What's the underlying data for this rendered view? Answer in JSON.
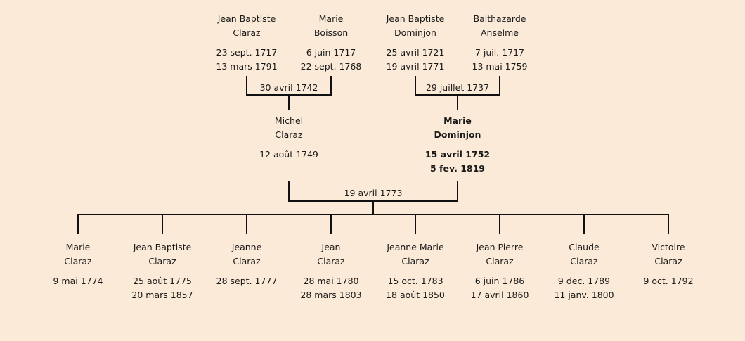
{
  "grandparents": [
    {
      "first": "Jean Baptiste",
      "last": "Claraz",
      "birth": "23 sept. 1717",
      "death": "13 mars 1791"
    },
    {
      "first": "Marie",
      "last": "Boisson",
      "birth": "6 juin 1717",
      "death": "22 sept. 1768"
    },
    {
      "first": "Jean Baptiste",
      "last": "Dominjon",
      "birth": "25 avril 1721",
      "death": "19 avril 1771"
    },
    {
      "first": "Balthazarde",
      "last": "Anselme",
      "birth": "7 juil. 1717",
      "death": "13 mai 1759"
    }
  ],
  "grandparent_marriages": [
    "30 avril 1742",
    "29 juillet 1737"
  ],
  "parents": [
    {
      "first": "Michel",
      "last": "Claraz",
      "birth": "12 août 1749",
      "death": ""
    },
    {
      "first": "Marie",
      "last": "Dominjon",
      "birth": "15 avril 1752",
      "death": "5 fev. 1819"
    }
  ],
  "parent_marriage": "19 avril 1773",
  "children": [
    {
      "first": "Marie",
      "last": "Claraz",
      "birth": "9 mai 1774",
      "death": ""
    },
    {
      "first": "Jean Baptiste",
      "last": "Claraz",
      "birth": "25 août 1775",
      "death": "20 mars 1857"
    },
    {
      "first": "Jeanne",
      "last": "Claraz",
      "birth": "28 sept. 1777",
      "death": ""
    },
    {
      "first": "Jean",
      "last": "Claraz",
      "birth": "28 mai 1780",
      "death": "28 mars 1803"
    },
    {
      "first": "Jeanne Marie",
      "last": "Claraz",
      "birth": "15 oct. 1783",
      "death": "18 août 1850"
    },
    {
      "first": "Jean Pierre",
      "last": "Claraz",
      "birth": "6 juin 1786",
      "death": "17 avril 1860"
    },
    {
      "first": "Claude",
      "last": "Claraz",
      "birth": "9 dec. 1789",
      "death": "11 janv. 1800"
    },
    {
      "first": "Victoire",
      "last": "Claraz",
      "birth": "9 oct. 1792",
      "death": ""
    }
  ]
}
